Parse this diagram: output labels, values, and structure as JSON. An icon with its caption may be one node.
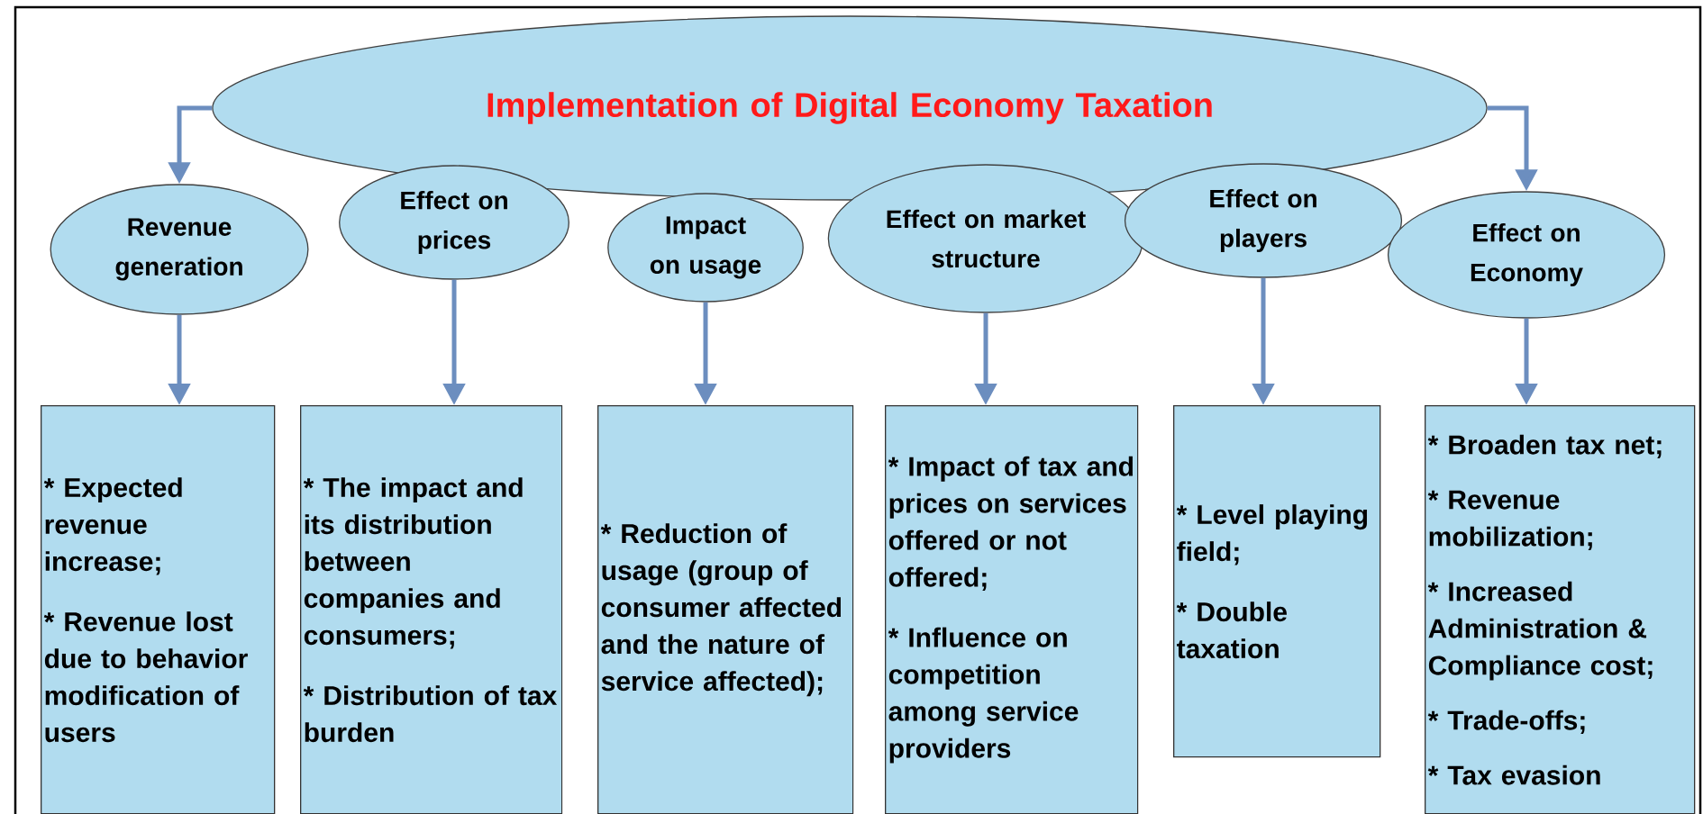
{
  "diagram": {
    "nodes": [
      {
        "text": [
          "Implementation of Digital Economy Taxation"
        ]
      },
      {
        "text": [
          "Revenue generation"
        ]
      },
      {
        "text": [
          "Effect on prices"
        ]
      },
      {
        "text": [
          "Impact on usage"
        ]
      },
      {
        "text": [
          "Effect on market structure"
        ]
      },
      {
        "text": [
          "Effect on players"
        ]
      },
      {
        "text": [
          "Effect on Economy"
        ]
      },
      {
        "text": [
          "* Expected revenue increase;",
          "* Revenue lost due to behavior modification of users"
        ]
      },
      {
        "text": [
          "* The impact and its distribution between companies and consumers;",
          "* Distribution of tax burden"
        ]
      },
      {
        "text": [
          "* Reduction of usage (group of consumer affected and the nature of service affected);"
        ]
      },
      {
        "text": [
          "* Impact of tax and prices on services offered or not offered;",
          "* Influence on competition among service providers"
        ]
      },
      {
        "text": [
          "* Level playing field;",
          "* Double taxation"
        ]
      },
      {
        "text": [
          "* Broaden tax net;",
          "* Revenue mobilization;",
          "* Increased Administration & Compliance cost;",
          "* Trade-offs;",
          "* Tax evasion"
        ]
      }
    ],
    "edges": [
      {
        "from": 0,
        "to": 1,
        "arrow": "to"
      },
      {
        "from": 0,
        "to": 6,
        "arrow": "to"
      },
      {
        "from": 1,
        "to": 7,
        "arrow": "to"
      },
      {
        "from": 2,
        "to": 8,
        "arrow": "to"
      },
      {
        "from": 3,
        "to": 9,
        "arrow": "to"
      },
      {
        "from": 4,
        "to": 10,
        "arrow": "to"
      },
      {
        "from": 5,
        "to": 11,
        "arrow": "to"
      },
      {
        "from": 6,
        "to": 12,
        "arrow": "to"
      }
    ]
  }
}
